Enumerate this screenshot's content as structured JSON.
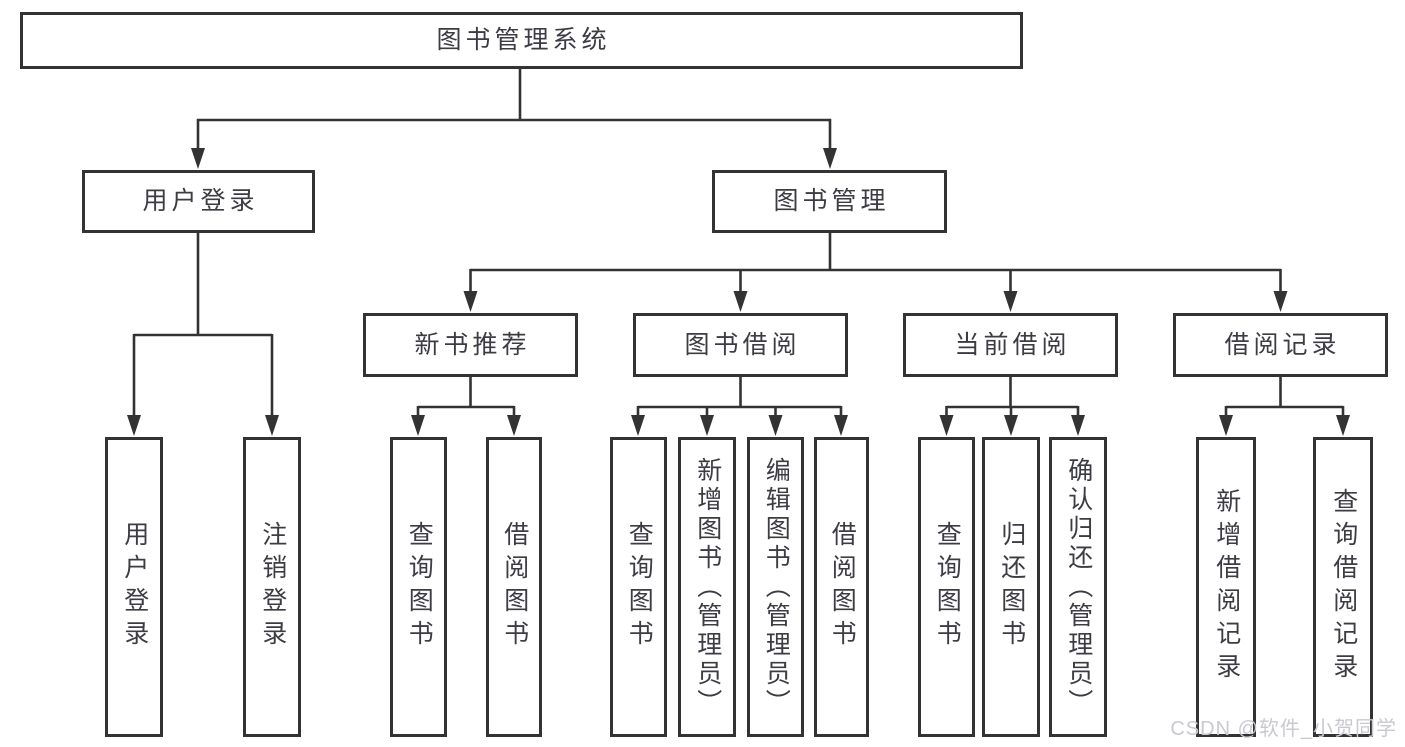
{
  "tree": {
    "label": "图书管理系统",
    "children": [
      {
        "label": "用户登录",
        "children": [
          {
            "label": "用户登录"
          },
          {
            "label": "注销登录"
          }
        ]
      },
      {
        "label": "图书管理",
        "children": [
          {
            "label": "新书推荐",
            "children": [
              {
                "label": "查询图书"
              },
              {
                "label": "借阅图书"
              }
            ]
          },
          {
            "label": "图书借阅",
            "children": [
              {
                "label": "查询图书"
              },
              {
                "label": "新增图书（管理员）"
              },
              {
                "label": "编辑图书（管理员）"
              },
              {
                "label": "借阅图书"
              }
            ]
          },
          {
            "label": "当前借阅",
            "children": [
              {
                "label": "查询图书"
              },
              {
                "label": "归还图书"
              },
              {
                "label": "确认归还（管理员）"
              }
            ]
          },
          {
            "label": "借阅记录",
            "children": [
              {
                "label": "新增借阅记录"
              },
              {
                "label": "查询借阅记录"
              }
            ]
          }
        ]
      }
    ]
  },
  "watermark": {
    "text": "CSDN @软件_小贺同学"
  },
  "colors": {
    "line": "#333333",
    "text": "#3c3c43",
    "background": "#ffffff",
    "watermark_text": "#c9c9d0"
  }
}
